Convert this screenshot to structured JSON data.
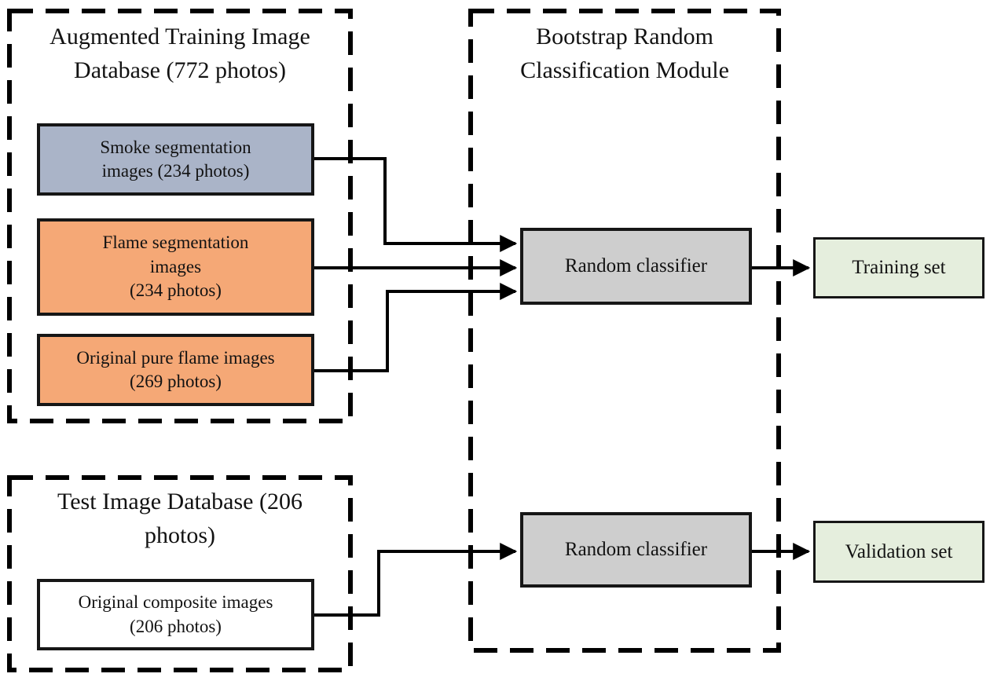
{
  "colors": {
    "smoke_box_fill": "#aab4c8",
    "flame_box_fill": "#f5a876",
    "classifier_box_fill": "#cecece",
    "result_box_fill": "#e5eedd",
    "composite_box_fill": "#ffffff",
    "line_color": "#000000",
    "text_color": "#121212"
  },
  "augmented_db": {
    "title": "Augmented Training Image\nDatabase (772 photos)",
    "smoke_label": "Smoke segmentation\nimages (234 photos)",
    "flame_label": "Flame segmentation\nimages\n(234 photos)",
    "pure_flame_label": "Original pure flame images\n(269 photos)"
  },
  "bootstrap_module": {
    "title": "Bootstrap Random\nClassification Module",
    "classifier_top_label": "Random classifier",
    "classifier_bottom_label": "Random classifier"
  },
  "test_db": {
    "title": "Test Image Database (206\nphotos)",
    "composite_label": "Original composite images\n(206 photos)"
  },
  "outputs": {
    "training_label": "Training set",
    "validation_label": "Validation set"
  }
}
